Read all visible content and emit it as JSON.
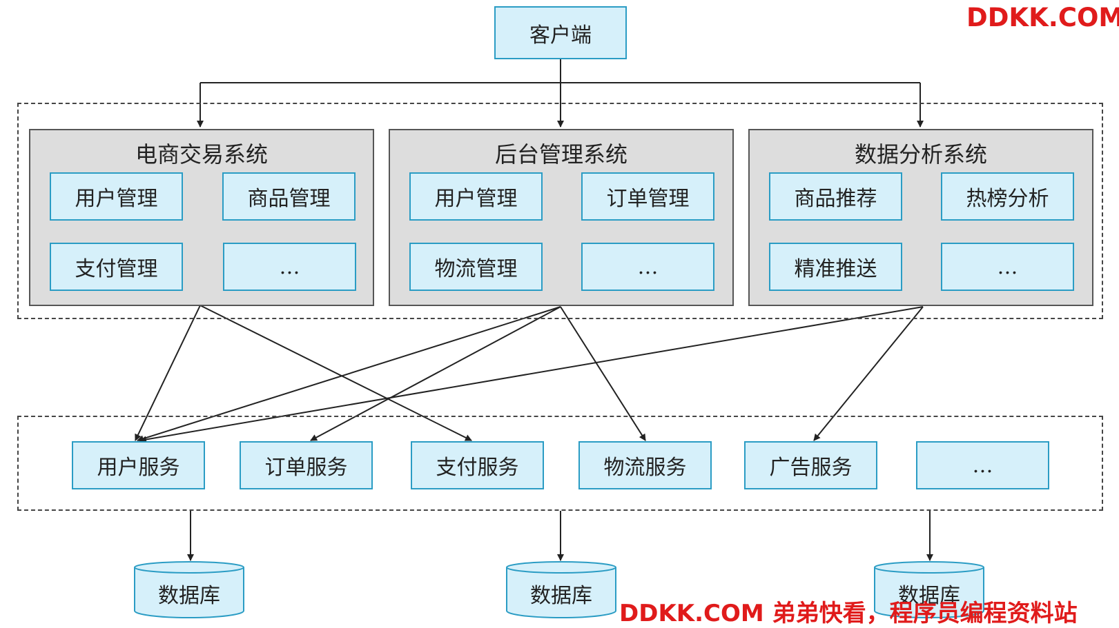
{
  "client": {
    "label": "客户端"
  },
  "systems": [
    {
      "title": "电商交易系统",
      "modules": [
        "用户管理",
        "商品管理",
        "支付管理",
        "…"
      ]
    },
    {
      "title": "后台管理系统",
      "modules": [
        "用户管理",
        "订单管理",
        "物流管理",
        "…"
      ]
    },
    {
      "title": "数据分析系统",
      "modules": [
        "商品推荐",
        "热榜分析",
        "精准推送",
        "…"
      ]
    }
  ],
  "services": [
    "用户服务",
    "订单服务",
    "支付服务",
    "物流服务",
    "广告服务",
    "…"
  ],
  "databases": [
    "数据库",
    "数据库",
    "数据库"
  ],
  "watermarks": {
    "top": "DDKK.COM",
    "bottom": "DDKK.COM 弟弟快看，程序员编程资料站"
  },
  "colors": {
    "box_fill": "#d6f0fa",
    "box_border": "#2a9cc4",
    "panel_fill": "#dddddd",
    "watermark": "#e01b1b"
  }
}
